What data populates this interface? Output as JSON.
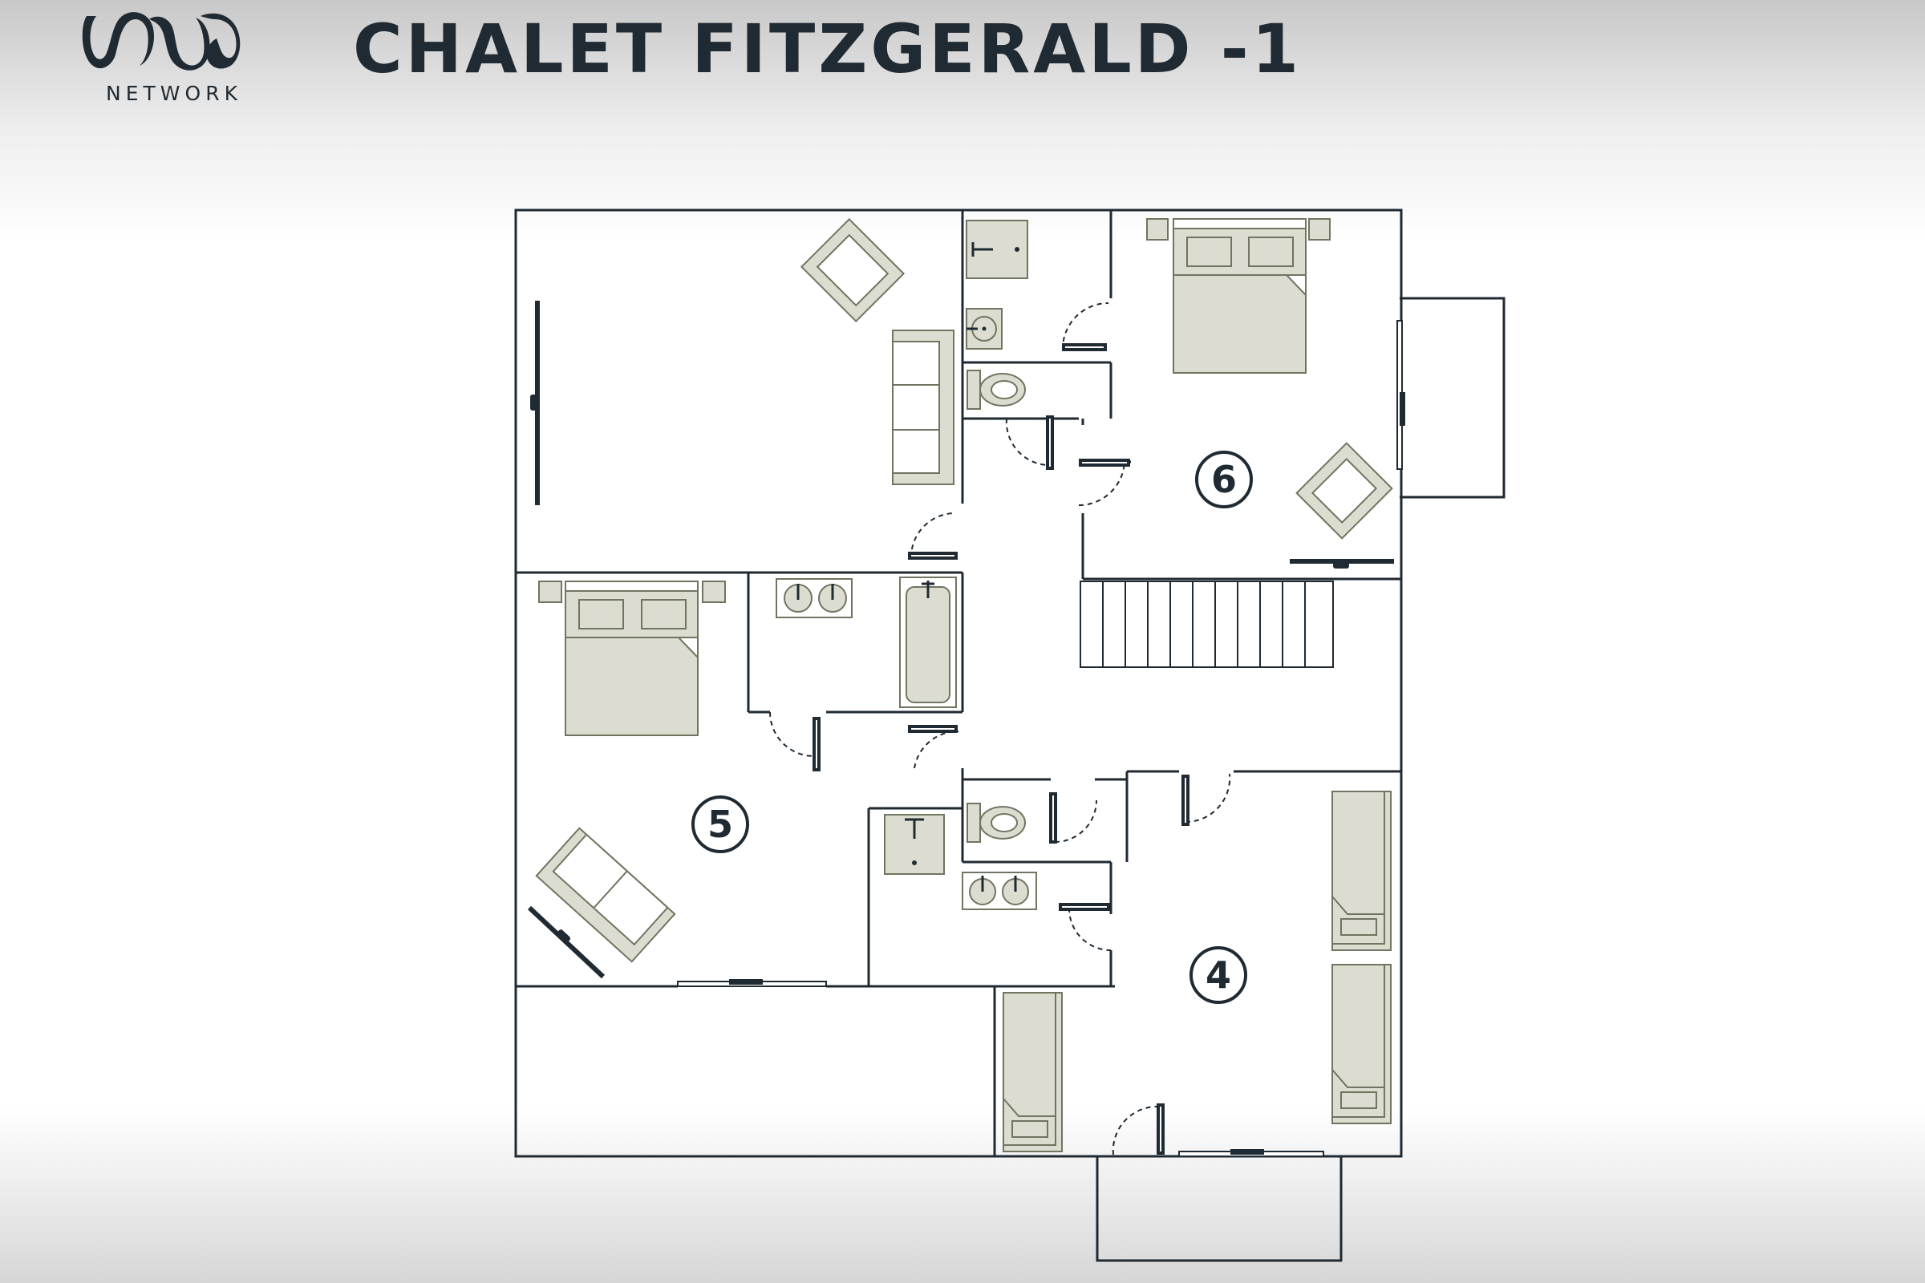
{
  "brand": {
    "logo_text": "NETWORK"
  },
  "plan": {
    "title": "CHALET FITZGERALD -1",
    "rooms": [
      {
        "id": "bedroom-6",
        "number": "6"
      },
      {
        "id": "bedroom-5",
        "number": "5"
      },
      {
        "id": "bedroom-4",
        "number": "4"
      }
    ]
  },
  "colors": {
    "wall": "#1f2a33",
    "furniture_fill": "#dcddd0",
    "furniture_stroke": "#6f7560",
    "background": "#ffffff"
  },
  "icons": [
    "double-bed-icon",
    "single-bed-icon",
    "sofa-icon",
    "armchair-icon",
    "tv-icon",
    "toilet-icon",
    "sink-icon",
    "double-sink-icon",
    "shower-icon",
    "bathtub-icon",
    "staircase-icon",
    "door-swing-icon",
    "sliding-door-icon"
  ]
}
